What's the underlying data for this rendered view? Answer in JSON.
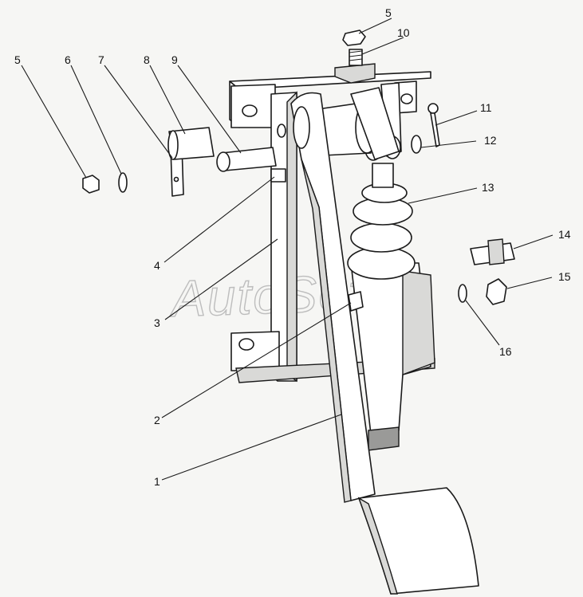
{
  "watermark": "AutoSoft",
  "callouts": [
    "5",
    "10",
    "5",
    "6",
    "7",
    "8",
    "9",
    "11",
    "12",
    "13",
    "4",
    "3",
    "14",
    "15",
    "16",
    "2",
    "1"
  ],
  "colors": {
    "line": "#1a1a1a",
    "paper": "#f6f6f4",
    "shade": "#d9d9d7",
    "watermark": "#bdbdbd"
  }
}
